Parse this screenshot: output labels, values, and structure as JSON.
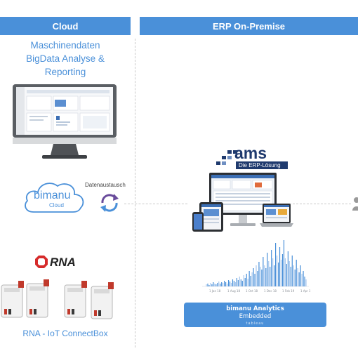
{
  "headers": {
    "cloud": "Cloud",
    "erp": "ERP On-Premise"
  },
  "cloud_section": {
    "title_line1": "Maschinendaten",
    "title_line2": "BigData Analyse &",
    "title_line3": "Reporting",
    "cloud_logo_text": "bimanu",
    "cloud_logo_sub": "Cloud",
    "exchange_label": "Datenaustausch",
    "rna_logo": "RNA",
    "rna_caption": "RNA - IoT ConnectBox"
  },
  "erp_section": {
    "ams_logo": "ams",
    "ams_tagline": "Die ERP-Lösung",
    "chart_ticks": [
      "1 Jan 18",
      "1 Aug 18",
      "1 Oct 18",
      "1 Dec 18",
      "1 Feb 19",
      "1 Apr 19"
    ],
    "analytics_title": "bimanu Analytics",
    "analytics_sub": "Embedded",
    "analytics_brand": "tableau"
  },
  "colors": {
    "accent_blue": "#4a90d9",
    "ams_navy": "#1f3a6e",
    "rna_red": "#d62b2b",
    "dashed_line": "#c9c9c9"
  }
}
